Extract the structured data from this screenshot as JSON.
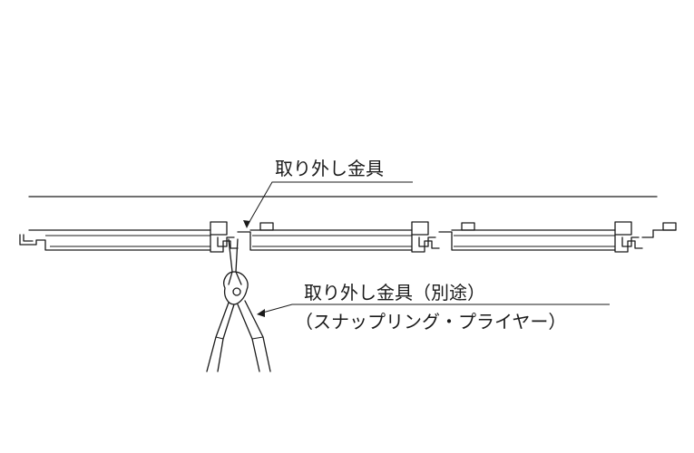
{
  "labels": {
    "removal_tool": "取り外し金具",
    "removal_tool_separate": "取り外し金具（別途）",
    "snap_ring_pliers": "（スナップリング・プライヤー）"
  },
  "colors": {
    "line": "#1a1a1a",
    "background": "#ffffff"
  }
}
